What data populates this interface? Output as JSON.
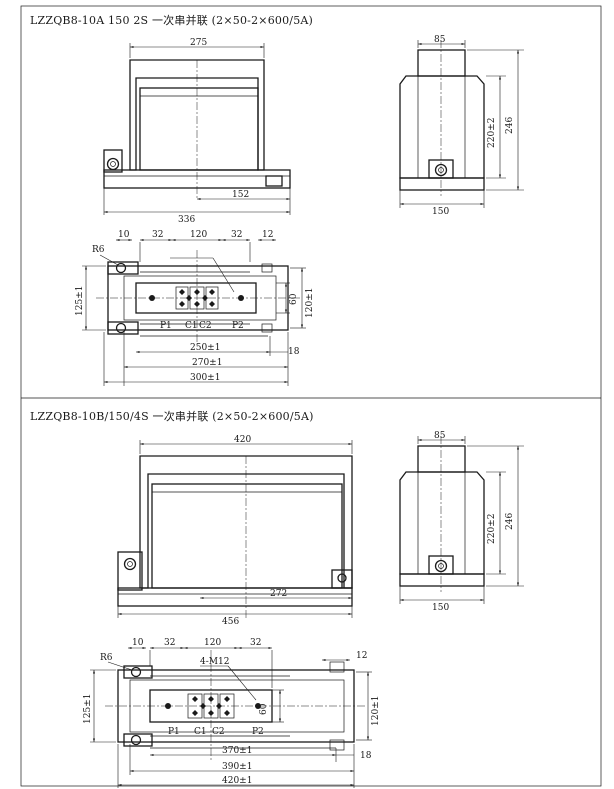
{
  "panel_top": {
    "title": "LZZQB8-10A 150 2S 一次串并联 (2×50-2×600/5A)",
    "dims": {
      "width_275": "275",
      "d152": "152",
      "d336": "336",
      "side_85": "85",
      "side_220": "220±2",
      "side_246": "246",
      "side_150": "150",
      "p10": "10",
      "p32a": "32",
      "p120": "120",
      "p32b": "32",
      "p12": "12",
      "r6": "R6",
      "p125": "125±1",
      "p60": "60",
      "p120v": "120±1",
      "p250": "250±1",
      "p18": "18",
      "p270": "270±1",
      "p300": "300±1"
    },
    "terminals": {
      "p1": "P1",
      "c1": "C1",
      "c2": "C2",
      "p2": "P2"
    }
  },
  "panel_bottom": {
    "title": "LZZQB8-10B/150/4S 一次串并联 (2×50-2×600/5A)",
    "dims": {
      "width_420": "420",
      "d272": "272",
      "d456": "456",
      "side_85": "85",
      "side_220": "220±2",
      "side_246": "246",
      "side_150": "150",
      "p10": "10",
      "p32a": "32",
      "p120": "120",
      "p32b": "32",
      "p12": "12",
      "r6": "R6",
      "m12": "4-M12",
      "p125": "125±1",
      "p60": "60",
      "p120v": "120±1",
      "p370": "370±1",
      "p18": "18",
      "p390": "390±1",
      "p420": "420±1"
    },
    "terminals": {
      "p1": "P1",
      "c1": "C1",
      "c2": "C2",
      "p2": "P2"
    }
  }
}
